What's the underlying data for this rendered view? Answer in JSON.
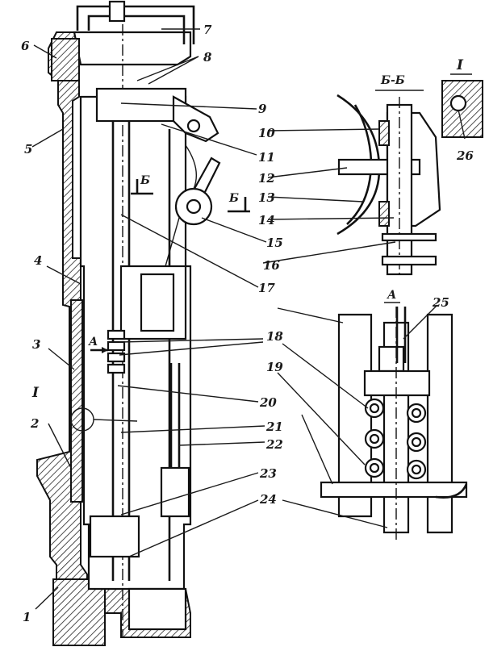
{
  "figure": {
    "section_label": "Б-Б",
    "cut_label": "Б",
    "view_label": "А",
    "detail_label": "I"
  },
  "callouts": [
    "1",
    "2",
    "3",
    "4",
    "5",
    "6",
    "7",
    "8",
    "9",
    "10",
    "11",
    "12",
    "13",
    "14",
    "15",
    "16",
    "17",
    "18",
    "19",
    "20",
    "21",
    "22",
    "23",
    "24",
    "25",
    "26"
  ]
}
